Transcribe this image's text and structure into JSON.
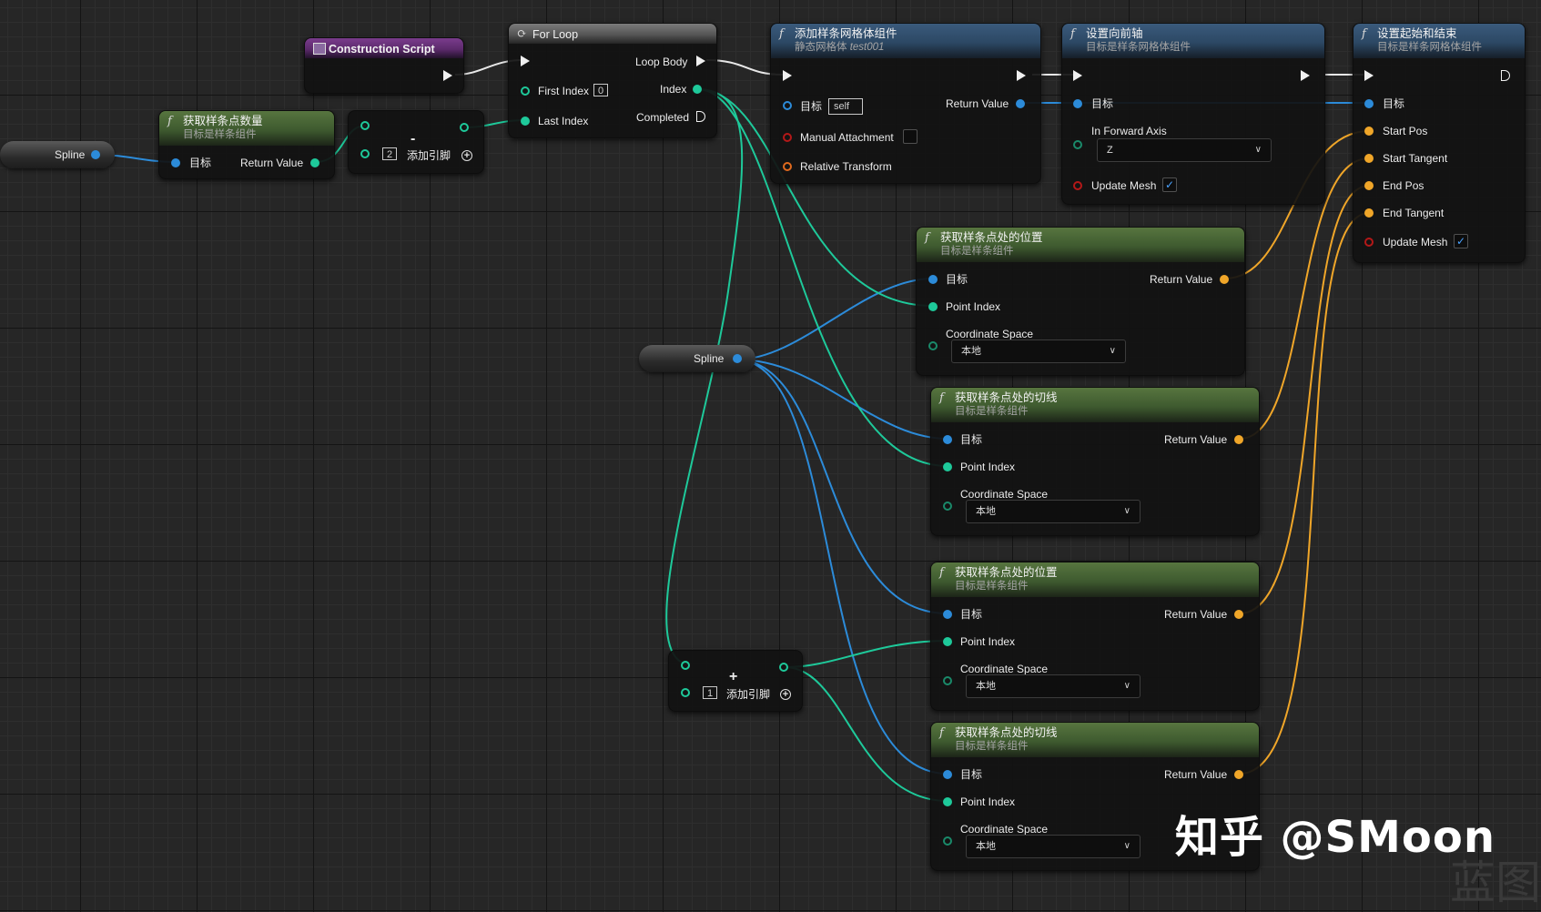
{
  "colors": {
    "object": "#2c8bd9",
    "integer": "#1ec99a",
    "struct": "#f0a629",
    "exec": "#f0f0f0",
    "bool": "#b41818",
    "transform": "#e06a1e"
  },
  "spline_var_1": {
    "label": "Spline"
  },
  "spline_var_2": {
    "label": "Spline"
  },
  "construction": {
    "title": "Construction Script"
  },
  "get_points": {
    "title": "获取样条点数量",
    "subtitle": "目标是样条组件",
    "target": "目标",
    "return": "Return Value"
  },
  "subtract": {
    "symbol": "-",
    "value": "2",
    "add_pin": "添加引脚"
  },
  "add": {
    "symbol": "+",
    "value": "1",
    "add_pin": "添加引脚"
  },
  "for_loop": {
    "title": "For Loop",
    "loop_body": "Loop Body",
    "first_index": "First Index",
    "first_value": "0",
    "index": "Index",
    "last_index": "Last Index",
    "completed": "Completed"
  },
  "add_mesh": {
    "title": "添加样条网格体组件",
    "subtitle_prefix": "静态网格体",
    "subtitle_name": "test001",
    "target": "目标",
    "self": "self",
    "return": "Return Value",
    "manual": "Manual Attachment",
    "relative": "Relative Transform"
  },
  "set_axis": {
    "title": "设置向前轴",
    "subtitle": "目标是样条网格体组件",
    "target": "目标",
    "forward": "In Forward Axis",
    "axis_value": "Z",
    "update": "Update Mesh"
  },
  "set_start_end": {
    "title": "设置起始和结束",
    "subtitle": "目标是样条网格体组件",
    "target": "目标",
    "start_pos": "Start Pos",
    "start_tangent": "Start Tangent",
    "end_pos": "End Pos",
    "end_tangent": "End Tangent",
    "update": "Update Mesh"
  },
  "fn_nodes": [
    {
      "title": "获取样条点处的位置",
      "subtitle": "目标是样条组件",
      "target": "目标",
      "point": "Point Index",
      "coord": "Coordinate Space",
      "coord_value": "本地",
      "return": "Return Value"
    },
    {
      "title": "获取样条点处的切线",
      "subtitle": "目标是样条组件",
      "target": "目标",
      "point": "Point Index",
      "coord": "Coordinate Space",
      "coord_value": "本地",
      "return": "Return Value"
    },
    {
      "title": "获取样条点处的位置",
      "subtitle": "目标是样条组件",
      "target": "目标",
      "point": "Point Index",
      "coord": "Coordinate Space",
      "coord_value": "本地",
      "return": "Return Value"
    },
    {
      "title": "获取样条点处的切线",
      "subtitle": "目标是样条组件",
      "target": "目标",
      "point": "Point Index",
      "coord": "Coordinate Space",
      "coord_value": "本地",
      "return": "Return Value"
    }
  ],
  "watermark": {
    "text": "知乎 @SMoon",
    "corner": "蓝图"
  }
}
